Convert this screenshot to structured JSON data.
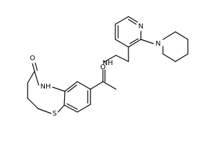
{
  "molecule": {
    "atoms": [
      {
        "id": "o_lactam",
        "label": "O"
      },
      {
        "id": "n_lactam",
        "label": "NH"
      },
      {
        "id": "s_ring",
        "label": "S"
      },
      {
        "id": "n_amide",
        "label": "NH"
      },
      {
        "id": "o_amide",
        "label": "O"
      },
      {
        "id": "n_pyridine",
        "label": "N"
      },
      {
        "id": "n_piperidine",
        "label": "N"
      }
    ]
  },
  "colors": {
    "bond": "#000000",
    "label": "#000000",
    "background": "#ffffff"
  }
}
